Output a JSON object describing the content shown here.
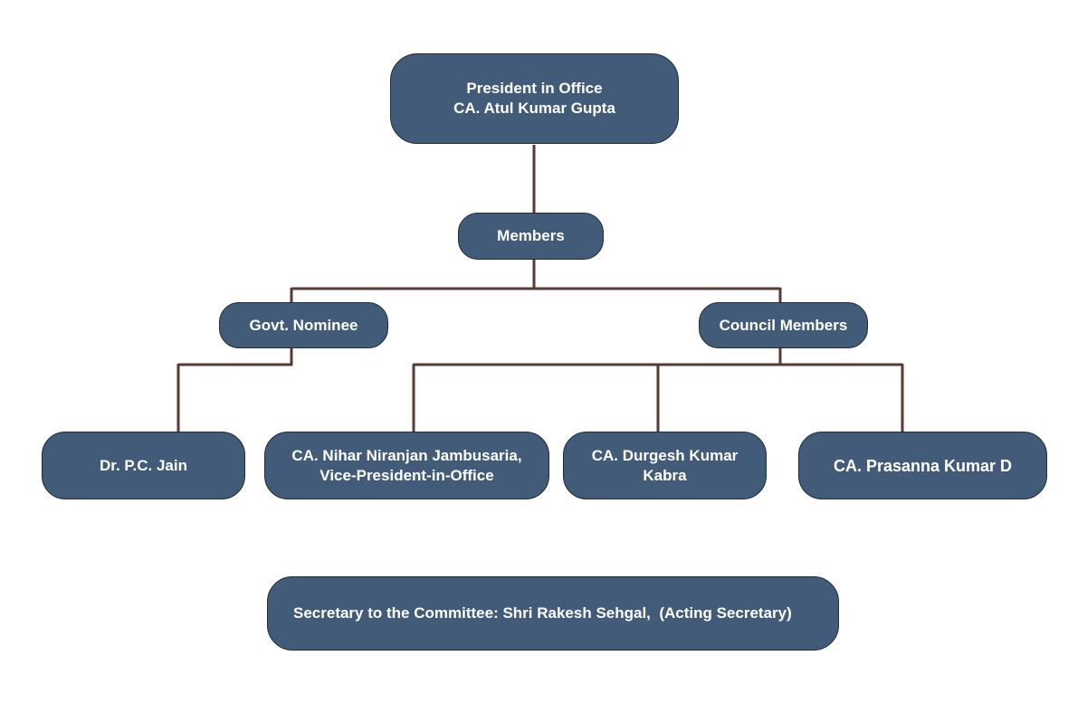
{
  "colors": {
    "node_fill": "#415b78",
    "node_border": "#1e2c3c",
    "node_text": "#ffffff",
    "connector": "#5a3a32",
    "background": "#ffffff"
  },
  "nodes": {
    "president": {
      "line1": "President in Office",
      "line2": "CA. Atul Kumar Gupta"
    },
    "members": {
      "label": "Members"
    },
    "govt_nominee": {
      "label": "Govt. Nominee"
    },
    "council_members": {
      "label": "Council Members"
    },
    "pc_jain": {
      "label": "Dr. P.C. Jain"
    },
    "nihar": {
      "line1": "CA. Nihar Niranjan Jambusaria,",
      "line2": "Vice-President-in-Office"
    },
    "durgesh": {
      "line1": "CA. Durgesh Kumar",
      "line2": "Kabra"
    },
    "prasanna": {
      "label": "CA. Prasanna Kumar D"
    },
    "secretary": {
      "label": "Secretary to the Committee: Shri Rakesh Sehgal,  (Acting Secretary)"
    }
  }
}
